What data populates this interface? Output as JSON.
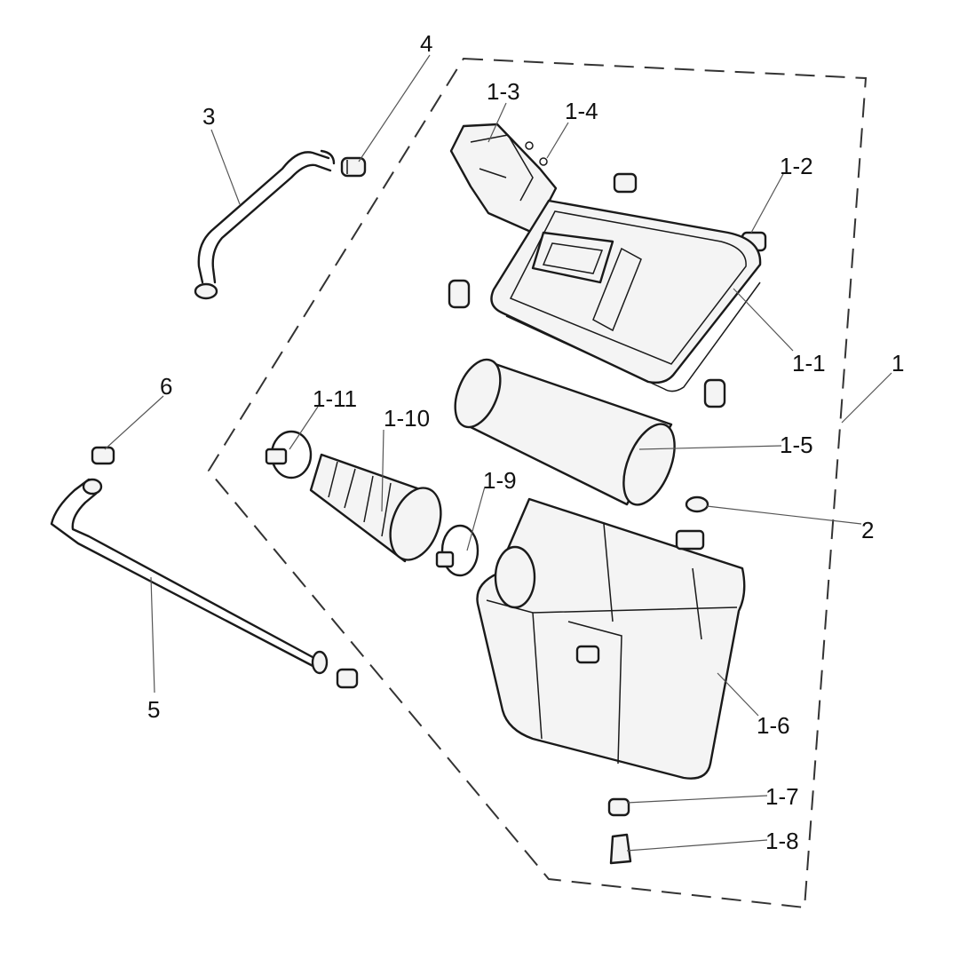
{
  "callouts": {
    "c1": "1",
    "c1_1": "1-1",
    "c1_2": "1-2",
    "c1_3": "1-3",
    "c1_4": "1-4",
    "c1_5": "1-5",
    "c1_6": "1-6",
    "c1_7": "1-7",
    "c1_8": "1-8",
    "c1_9": "1-9",
    "c1_10": "1-10",
    "c1_11": "1-11",
    "c2": "2",
    "c3": "3",
    "c4": "4",
    "c5": "5",
    "c6": "6"
  },
  "colors": {
    "line": "#1a1a1a",
    "background": "#ffffff"
  }
}
